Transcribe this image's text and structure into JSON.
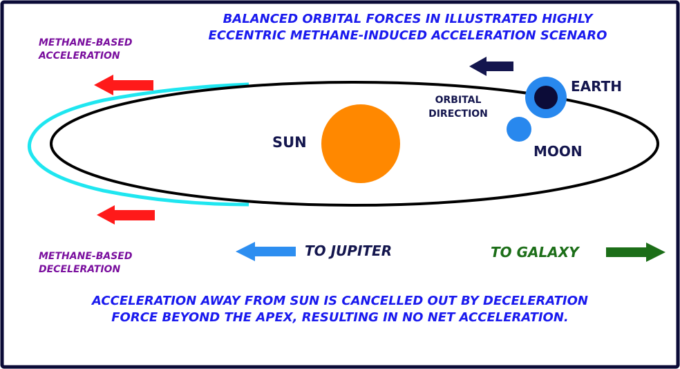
{
  "title": {
    "line1": "BALANCED ORBITAL FORCES IN ILLUSTRATED HIGHLY",
    "line2": "ECCENTRIC METHANE-INDUCED ACCELERATION SCENARO"
  },
  "labels": {
    "methane_acceleration_line1": "METHANE-BASED",
    "methane_acceleration_line2": "ACCELERATION",
    "methane_deceleration_line1": "METHANE-BASED",
    "methane_deceleration_line2": "DECELERATION",
    "sun": "SUN",
    "earth": "EARTH",
    "moon": "MOON",
    "orbital_direction_line1": "ORBITAL",
    "orbital_direction_line2": "DIRECTION",
    "to_jupiter": "TO JUPITER",
    "to_galaxy": "TO GALAXY"
  },
  "conclusion": {
    "line1": "ACCELERATION AWAY FROM SUN IS CANCELLED OUT BY DECELERATION",
    "line2": "FORCE BEYOND THE APEX, RESULTING IN NO NET ACCELERATION."
  },
  "colors": {
    "border": "#0c0c38",
    "orbit": "#000000",
    "eccentric_orbit": "#1fe6f0",
    "sun": "#ff8800",
    "earth_halo": "#2888ee",
    "earth_core": "#0c0c38",
    "moon": "#2888ee",
    "methane_arrow": "#ff1a1a",
    "orbital_arrow": "#14164e",
    "jupiter_arrow": "#2d8ef0",
    "galaxy_arrow": "#1c6e18",
    "title_text": "#1a1aee",
    "methane_text": "#7a0f9e"
  },
  "icons": {
    "methane_arrows": "left-arrow-icon",
    "orbital_direction": "left-arrow-icon",
    "jupiter": "left-arrow-icon",
    "galaxy": "right-arrow-icon"
  }
}
